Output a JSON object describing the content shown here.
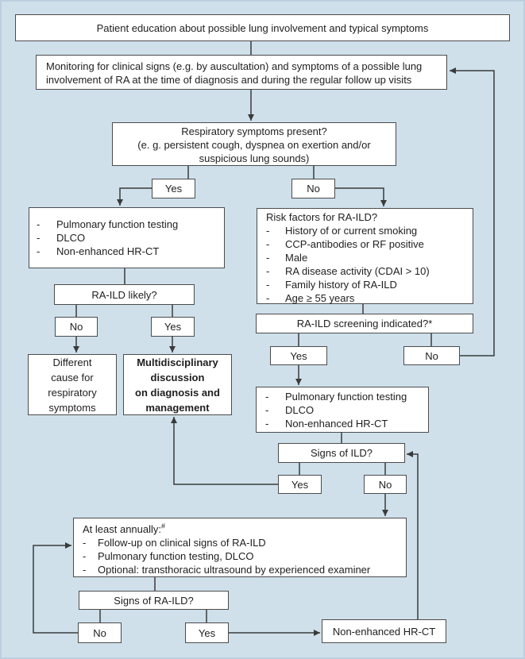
{
  "bullet_char": "-",
  "colors": {
    "background": "#cfe0eb",
    "box_fill": "#ffffff",
    "box_border": "#4c4c4c",
    "line": "#3a3a3a",
    "text": "#1e1e1e"
  },
  "nodes": {
    "patient": {
      "label": "Patient education about possible lung involvement and typical symptoms"
    },
    "monitoring": {
      "lines": [
        "Monitoring for clinical signs (e.g. by auscultation) and symptoms of a possible lung",
        "involvement of RA at the time of diagnosis and during the regular follow up visits"
      ]
    },
    "respiratory": {
      "lines": [
        "Respiratory symptoms present?",
        "(e. g. persistent cough, dyspnea on exertion and/or",
        "suspicious lung sounds)"
      ]
    },
    "yes_respiratory": {
      "label": "Yes"
    },
    "no_respiratory": {
      "label": "No"
    },
    "workup_left": {
      "items": [
        "Pulmonary function testing",
        "DLCO",
        "Non-enhanced HR-CT"
      ]
    },
    "risk_factors": {
      "title": "Risk factors for RA-ILD?",
      "items": [
        "History of or current smoking",
        "CCP-antibodies or RF positive",
        "Male",
        "RA disease activity (CDAI > 10)",
        "Family history of RA-ILD",
        "Age ≥ 55 years"
      ]
    },
    "raild_likely": {
      "label": "RA-ILD likely?"
    },
    "no_likely": {
      "label": "No"
    },
    "yes_likely": {
      "label": "Yes"
    },
    "different_cause": {
      "lines": [
        "Different",
        "cause for",
        "respiratory",
        "symptoms"
      ]
    },
    "multidisciplinary": {
      "lines": [
        "Multidisciplinary",
        "discussion",
        "on diagnosis and",
        "management"
      ]
    },
    "screening": {
      "label": "RA-ILD screening indicated?*"
    },
    "yes_screening": {
      "label": "Yes"
    },
    "no_screening": {
      "label": "No"
    },
    "workup_right": {
      "items": [
        "Pulmonary function testing",
        "DLCO",
        "Non-enhanced HR-CT"
      ]
    },
    "signs_ild": {
      "label": "Signs of ILD?"
    },
    "yes_signs_ild": {
      "label": "Yes"
    },
    "no_signs_ild": {
      "label": "No"
    },
    "annually": {
      "title": "At least annually:",
      "title_sup": "#",
      "items": [
        "Follow-up on clinical signs of RA-ILD",
        "Pulmonary function testing, DLCO",
        "Optional: transthoracic ultrasound by experienced examiner"
      ]
    },
    "signs_raild": {
      "label": "Signs of RA-ILD?"
    },
    "no_annual": {
      "label": "No"
    },
    "yes_annual": {
      "label": "Yes"
    },
    "hrct": {
      "label": "Non-enhanced HR-CT"
    }
  }
}
